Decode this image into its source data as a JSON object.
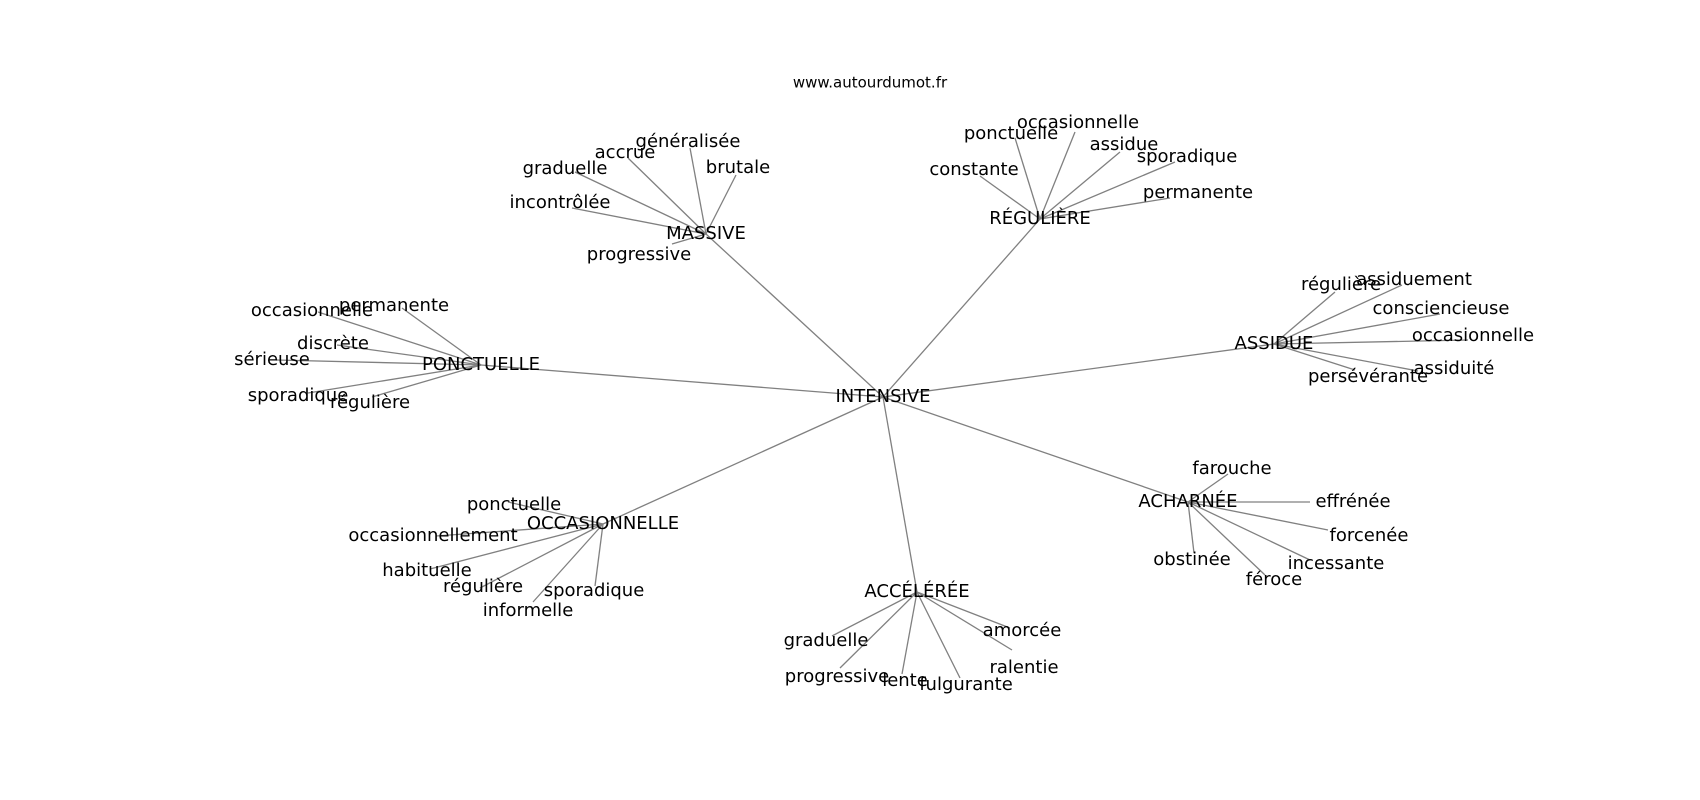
{
  "source": "www.autourdumot.fr",
  "center": "INTENSIVE",
  "branches": [
    {
      "label": "MASSIVE",
      "leaves": [
        "progressive",
        "incontrôlée",
        "graduelle",
        "accrue",
        "généralisée",
        "brutale"
      ]
    },
    {
      "label": "RÉGULIÈRE",
      "leaves": [
        "constante",
        "ponctuelle",
        "occasionnelle",
        "assidue",
        "sporadique",
        "permanente"
      ]
    },
    {
      "label": "ASSIDUE",
      "leaves": [
        "régulière",
        "assiduement",
        "consciencieuse",
        "occasionnelle",
        "assiduité",
        "persévérante"
      ]
    },
    {
      "label": "ACHARNÉE",
      "leaves": [
        "farouche",
        "effrénée",
        "forcenée",
        "incessante",
        "féroce",
        "obstinée"
      ]
    },
    {
      "label": "ACCÉLÉRÉE",
      "leaves": [
        "amorcée",
        "ralentie",
        "fulgurante",
        "lente",
        "progressive",
        "graduelle"
      ]
    },
    {
      "label": "OCCASIONNELLE",
      "leaves": [
        "ponctuelle",
        "occasionnellement",
        "habituelle",
        "régulière",
        "informelle",
        "sporadique"
      ]
    },
    {
      "label": "PONCTUELLE",
      "leaves": [
        "permanente",
        "occasionnelle",
        "discrète",
        "sérieuse",
        "sporadique",
        "régulière"
      ]
    }
  ]
}
